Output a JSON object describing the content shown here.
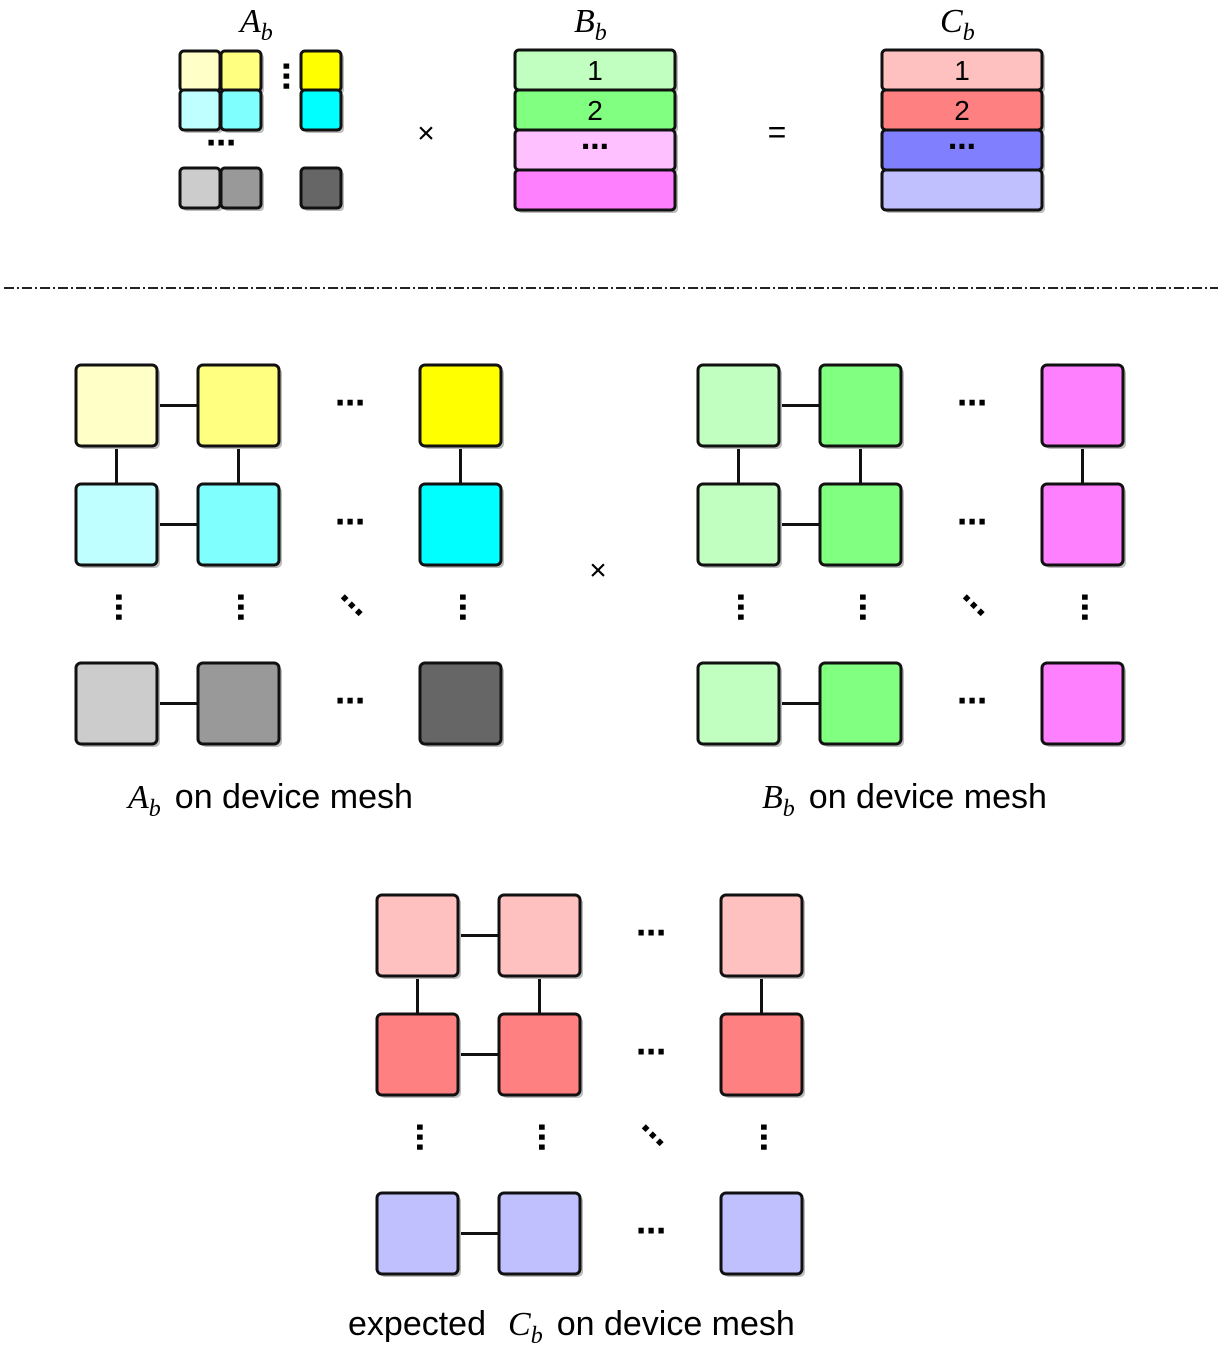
{
  "top_equation": {
    "a_label": {
      "letter": "A",
      "sub": "b"
    },
    "b_label": {
      "letter": "B",
      "sub": "b"
    },
    "c_label": {
      "letter": "C",
      "sub": "b"
    },
    "times_symbol": "×",
    "equals_symbol": "=",
    "a_blocks": {
      "row1": [
        "#ffffc8",
        "#ffff80",
        "#ffff00"
      ],
      "row2": [
        "#c0ffff",
        "#80ffff",
        "#00ffff"
      ],
      "row_last": [
        "#cccccc",
        "#999999",
        "#666666"
      ]
    },
    "b_rows": [
      {
        "label": "1",
        "color": "#c0ffc0"
      },
      {
        "label": "2",
        "color": "#80ff80"
      },
      {
        "label": "⋯",
        "color": "#ffc0ff"
      },
      {
        "label": "",
        "color": "#ff80ff"
      }
    ],
    "c_rows": [
      {
        "label": "1",
        "color": "#ffc0c0"
      },
      {
        "label": "2",
        "color": "#ff8080"
      },
      {
        "label": "⋯",
        "color": "#8080ff"
      },
      {
        "label": "",
        "color": "#c0c0ff"
      }
    ]
  },
  "meshes": {
    "a_mesh": {
      "caption_math": {
        "letter": "A",
        "sub": "b"
      },
      "caption_text": "on device mesh",
      "colors": {
        "row1": [
          "#ffffc8",
          "#ffff80",
          "#ffff00"
        ],
        "row2": [
          "#c0ffff",
          "#80ffff",
          "#00ffff"
        ],
        "row_last": [
          "#cccccc",
          "#999999",
          "#666666"
        ]
      }
    },
    "times_symbol": "×",
    "b_mesh": {
      "caption_math": {
        "letter": "B",
        "sub": "b"
      },
      "caption_text": "on device mesh",
      "colors": {
        "row1": [
          "#c0ffc0",
          "#80ff80",
          "#ff80ff"
        ],
        "row2": [
          "#c0ffc0",
          "#80ff80",
          "#ff80ff"
        ],
        "row_last": [
          "#c0ffc0",
          "#80ff80",
          "#ff80ff"
        ]
      }
    },
    "c_mesh": {
      "caption_prefix": "expected",
      "caption_math": {
        "letter": "C",
        "sub": "b"
      },
      "caption_text": "on device mesh",
      "colors": {
        "row1": [
          "#ffc0c0",
          "#ffc0c0",
          "#ffc0c0"
        ],
        "row2": [
          "#ff8080",
          "#ff8080",
          "#ff8080"
        ],
        "row_last": [
          "#c0c0ff",
          "#c0c0ff",
          "#c0c0ff"
        ]
      }
    }
  },
  "ellipsis": "⋯"
}
